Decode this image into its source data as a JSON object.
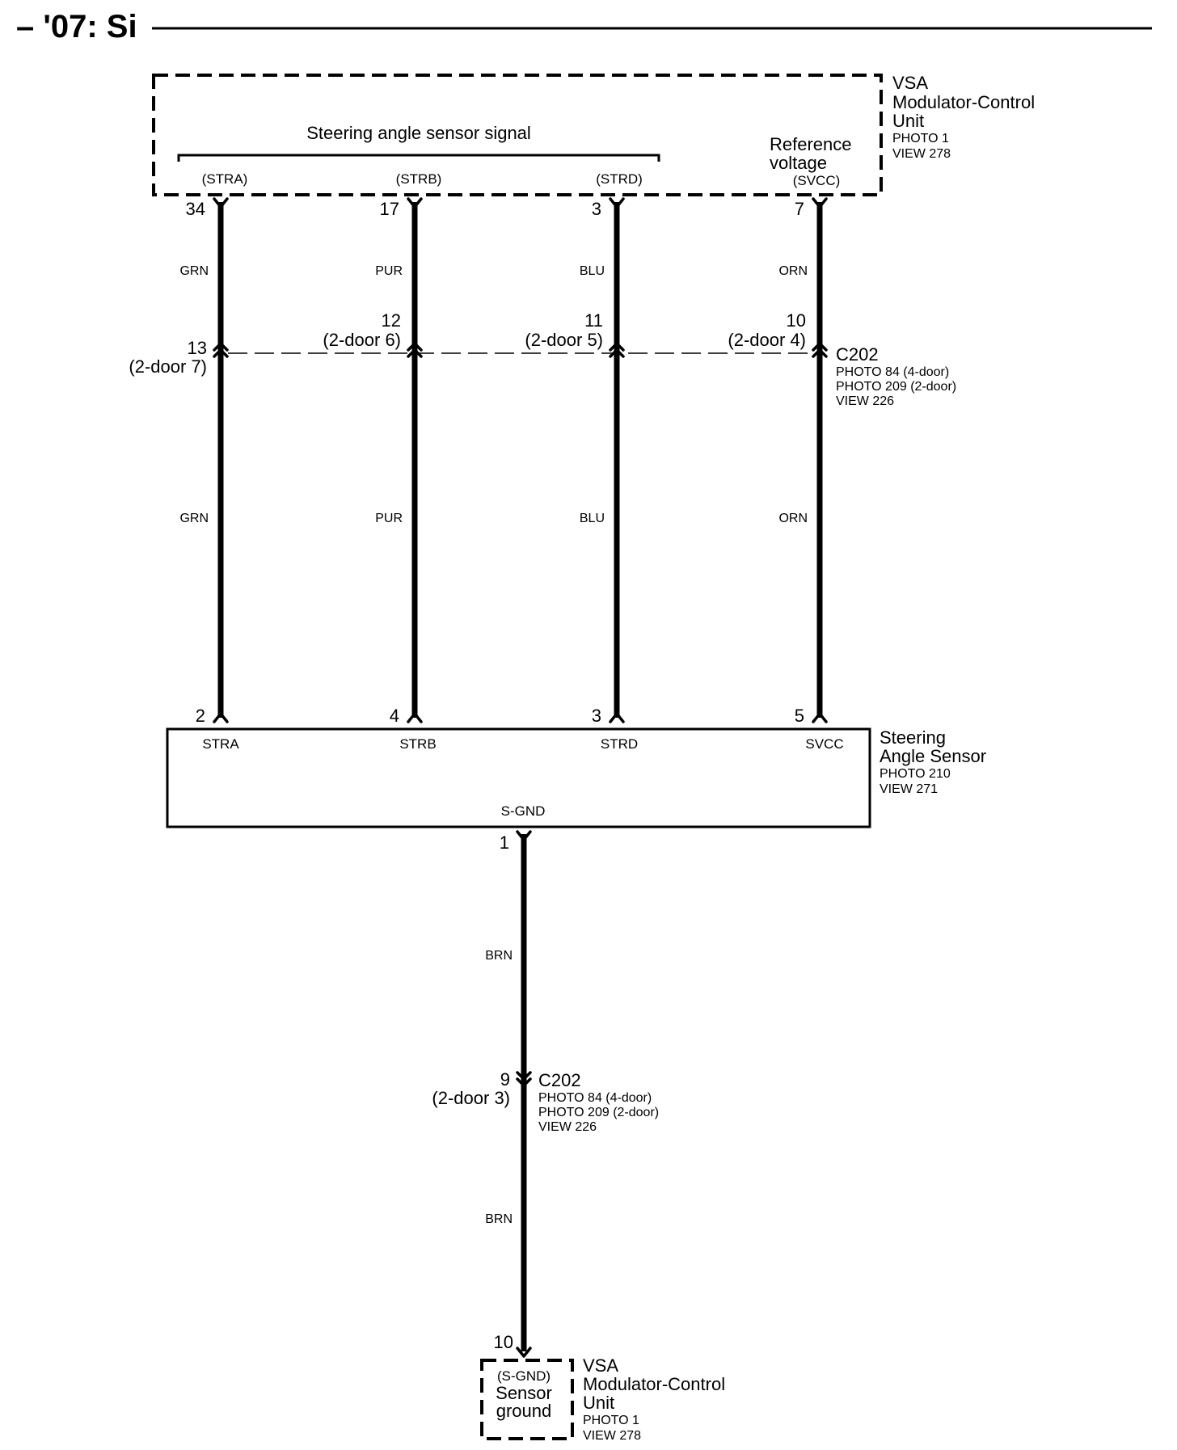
{
  "header": {
    "title": "– '07: Si"
  },
  "vsa_top": {
    "name_line1": "VSA",
    "name_line2": "Modulator-Control",
    "name_line3": "Unit",
    "photo": "PHOTO 1",
    "view": "VIEW 278",
    "group_label": "Steering angle sensor signal",
    "ref_line1": "Reference",
    "ref_line2": "voltage"
  },
  "wires": [
    {
      "signal": "(STRA)",
      "top_pin": "34",
      "color_upper": "GRN",
      "c202_pin": "13",
      "c202_alt": "(2-door 7)",
      "color_lower": "GRN",
      "sensor_pin": "2",
      "sensor_label": "STRA"
    },
    {
      "signal": "(STRB)",
      "top_pin": "17",
      "color_upper": "PUR",
      "c202_pin": "12",
      "c202_alt": "(2-door 6)",
      "color_lower": "PUR",
      "sensor_pin": "4",
      "sensor_label": "STRB"
    },
    {
      "signal": "(STRD)",
      "top_pin": "3",
      "color_upper": "BLU",
      "c202_pin": "11",
      "c202_alt": "(2-door 5)",
      "color_lower": "BLU",
      "sensor_pin": "3",
      "sensor_label": "STRD"
    },
    {
      "signal": "(SVCC)",
      "top_pin": "7",
      "color_upper": "ORN",
      "c202_pin": "10",
      "c202_alt": "(2-door 4)",
      "color_lower": "ORN",
      "sensor_pin": "5",
      "sensor_label": "SVCC"
    }
  ],
  "c202_upper": {
    "name": "C202",
    "photo_4door": "PHOTO 84 (4-door)",
    "photo_2door": "PHOTO 209 (2-door)",
    "view": "VIEW 226"
  },
  "sensor": {
    "name_line1": "Steering",
    "name_line2": "Angle Sensor",
    "photo": "PHOTO 210",
    "view": "VIEW 271",
    "gnd_label": "S-GND",
    "gnd_pin": "1"
  },
  "ground_wire": {
    "color_upper": "BRN",
    "c202_pin": "9",
    "c202_alt": "(2-door 3)",
    "color_lower": "BRN",
    "bottom_pin": "10"
  },
  "c202_lower": {
    "name": "C202",
    "photo_4door": "PHOTO 84 (4-door)",
    "photo_2door": "PHOTO 209 (2-door)",
    "view": "VIEW 226"
  },
  "vsa_bottom": {
    "signal": "(S-GND)",
    "label_line1": "Sensor",
    "label_line2": "ground",
    "name_line1": "VSA",
    "name_line2": "Modulator-Control",
    "name_line3": "Unit",
    "photo": "PHOTO 1",
    "view": "VIEW 278"
  }
}
